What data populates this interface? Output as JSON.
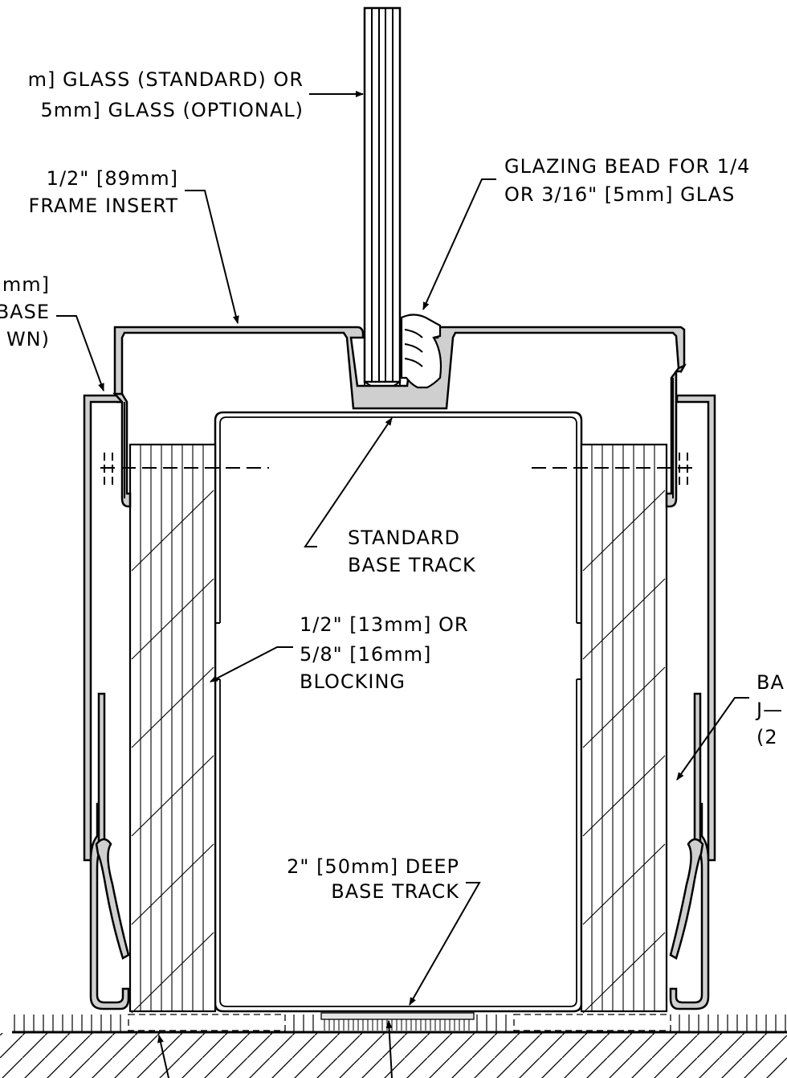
{
  "labels": {
    "glass_line1": "m] GLASS (STANDARD) OR",
    "glass_line2": "5mm] GLASS (OPTIONAL)",
    "frame_insert_line1": "1/2\" [89mm]",
    "frame_insert_line2": "FRAME INSERT",
    "base_line1": "mm]",
    "base_line2": "BASE",
    "base_line3": "WN)",
    "glazing_bead_line1": "GLAZING BEAD FOR 1/4",
    "glazing_bead_line2": "OR 3/16\" [5mm] GLAS",
    "standard_track_line1": "STANDARD",
    "standard_track_line2": "BASE TRACK",
    "blocking_line1": "1/2\" [13mm] OR",
    "blocking_line2": "5/8\" [16mm]",
    "blocking_line3": "BLOCKING",
    "right_line1": "BA",
    "right_line2": "J—",
    "right_line3": "(2",
    "deep_track_line1": "2\" [50mm] DEEP",
    "deep_track_line2": "BASE TRACK"
  }
}
